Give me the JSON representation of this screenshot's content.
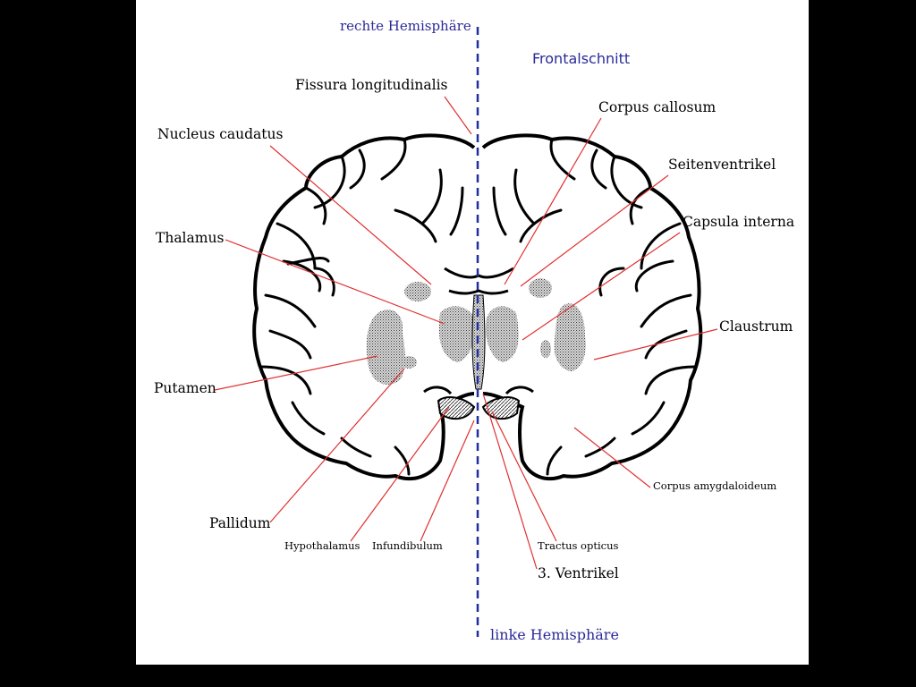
{
  "colors": {
    "background": "#000000",
    "panel": "#ffffff",
    "pointer_lines": "#e03030",
    "midline": "#1f2fa0",
    "header_text": "#2a2a9a",
    "nuclei_fill": "#b0b0b0"
  },
  "header": {
    "right_hemisphere": "rechte Hemisphäre",
    "section_type": "Frontalschnitt",
    "left_hemisphere": "linke Hemisphäre"
  },
  "labels": {
    "fissura": "Fissura longitudinalis",
    "corpus_callosum": "Corpus callosum",
    "nucleus_caudatus": "Nucleus caudatus",
    "seitenventrikel": "Seitenventrikel",
    "capsula_interna": "Capsula interna",
    "thalamus": "Thalamus",
    "claustrum": "Claustrum",
    "putamen": "Putamen",
    "corpus_amygdaloideum": "Corpus amygdaloideum",
    "pallidum": "Pallidum",
    "hypothalamus": "Hypothalamus",
    "infundibulum": "Infundibulum",
    "tractus_opticus": "Tractus opticus",
    "ventrikel_3": "3. Ventrikel"
  }
}
